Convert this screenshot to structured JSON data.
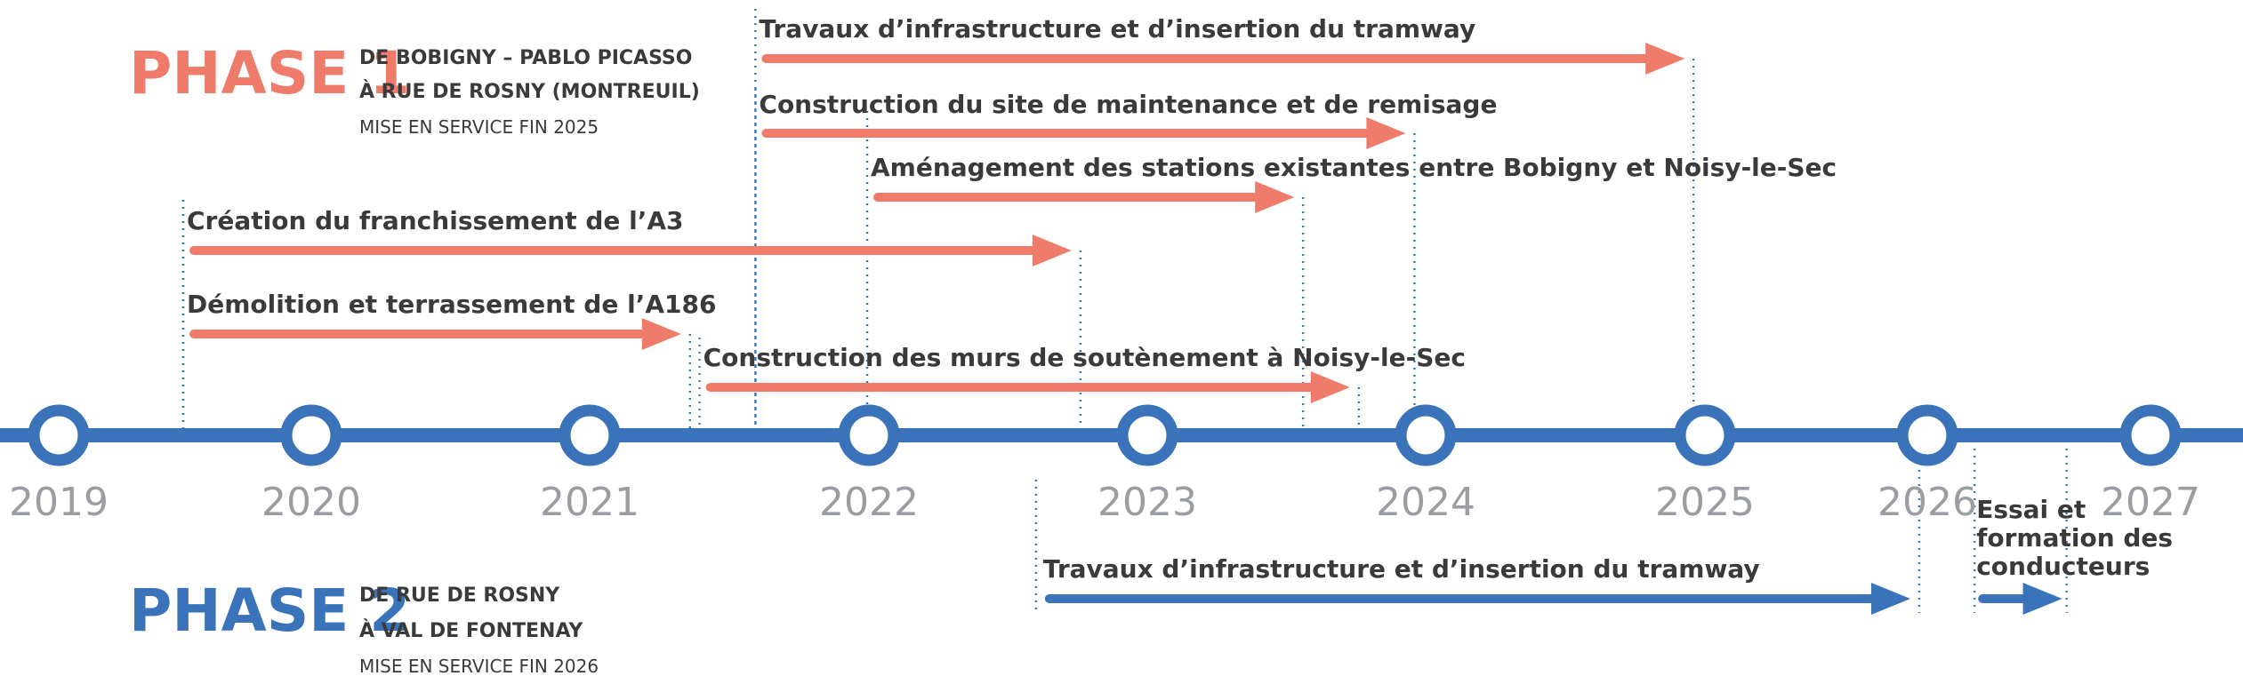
{
  "colors": {
    "phase1": "#ef7b6b",
    "phase2": "#3a73b9",
    "year_text": "#9a9ea3",
    "subtitle_text": "#3a3a3a",
    "dotted_line": "#3a73b9"
  },
  "timeline": {
    "years": [
      "2019",
      "2020",
      "2021",
      "2022",
      "2023",
      "2024",
      "2025",
      "2026",
      "2027"
    ]
  },
  "phase1": {
    "title": "PHASE 1",
    "subtitle_line1": "DE BOBIGNY – PABLO PICASSO",
    "subtitle_line2": "À RUE DE ROSNY (MONTREUIL)",
    "service": "MISE EN SERVICE FIN 2025",
    "tasks": [
      {
        "label": "Travaux d’infrastructure et d’insertion du tramway",
        "start": 2021.6,
        "end": 2024.8
      },
      {
        "label": "Construction du site de maintenance et de remisage",
        "start": 2021.6,
        "end": 2023.8
      },
      {
        "label": "Aménagement des stations existantes entre Bobigny et Noisy-le-Sec",
        "start": 2022.0,
        "end": 2023.4
      },
      {
        "label": "Création du franchissement de l’A3",
        "start": 2019.5,
        "end": 2022.6
      },
      {
        "label": "Démolition et terrassement de l’A186",
        "start": 2019.5,
        "end": 2021.2
      },
      {
        "label": "Construction des murs de soutènement à Noisy-le-Sec",
        "start": 2021.4,
        "end": 2023.6
      }
    ]
  },
  "phase2": {
    "title": "PHASE 2",
    "subtitle_line1": "DE RUE DE ROSNY",
    "subtitle_line2": "À VAL DE FONTENAY",
    "service": "MISE EN SERVICE FIN 2026",
    "tasks": [
      {
        "label": "Travaux d’infrastructure et d’insertion du tramway",
        "start": 2022.6,
        "end": 2025.9
      },
      {
        "label_lines": [
          "Essai et",
          "formation des",
          "conducteurs"
        ],
        "start": 2026.2,
        "end": 2026.6
      }
    ]
  }
}
